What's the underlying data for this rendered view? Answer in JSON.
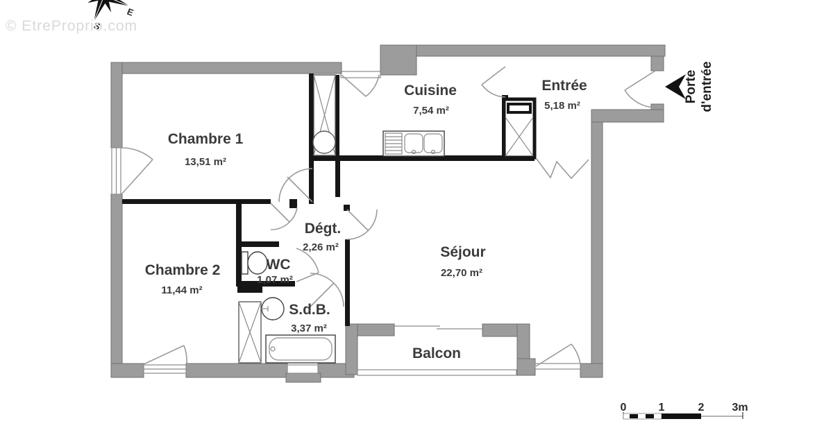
{
  "watermark": "© EtreProprio.com",
  "compass": {
    "east_label": "E",
    "south_label": "S"
  },
  "entrance": {
    "label_line1": "Porte",
    "label_line2": "d'entrée"
  },
  "rooms": [
    {
      "name": "Chambre 1",
      "area": "13,51 m²"
    },
    {
      "name": "Cuisine",
      "area": "7,54 m²"
    },
    {
      "name": "Entrée",
      "area": "5,18 m²"
    },
    {
      "name": "Chambre 2",
      "area": "11,44 m²"
    },
    {
      "name": "Dégt.",
      "area": "2,26 m²"
    },
    {
      "name": "WC",
      "area": "1,07 m²"
    },
    {
      "name": "Séjour",
      "area": "22,70 m²"
    },
    {
      "name": "S.d.B.",
      "area": "3,37 m²"
    },
    {
      "name": "Balcon",
      "area": ""
    }
  ],
  "scale_bar": {
    "ticks": [
      "0",
      "1",
      "2",
      "3m"
    ]
  },
  "colors": {
    "exterior_wall": "#9c9c9c",
    "interior_wall": "#161616",
    "text": "#3b3b3b",
    "watermark": "#d9d9d9"
  }
}
